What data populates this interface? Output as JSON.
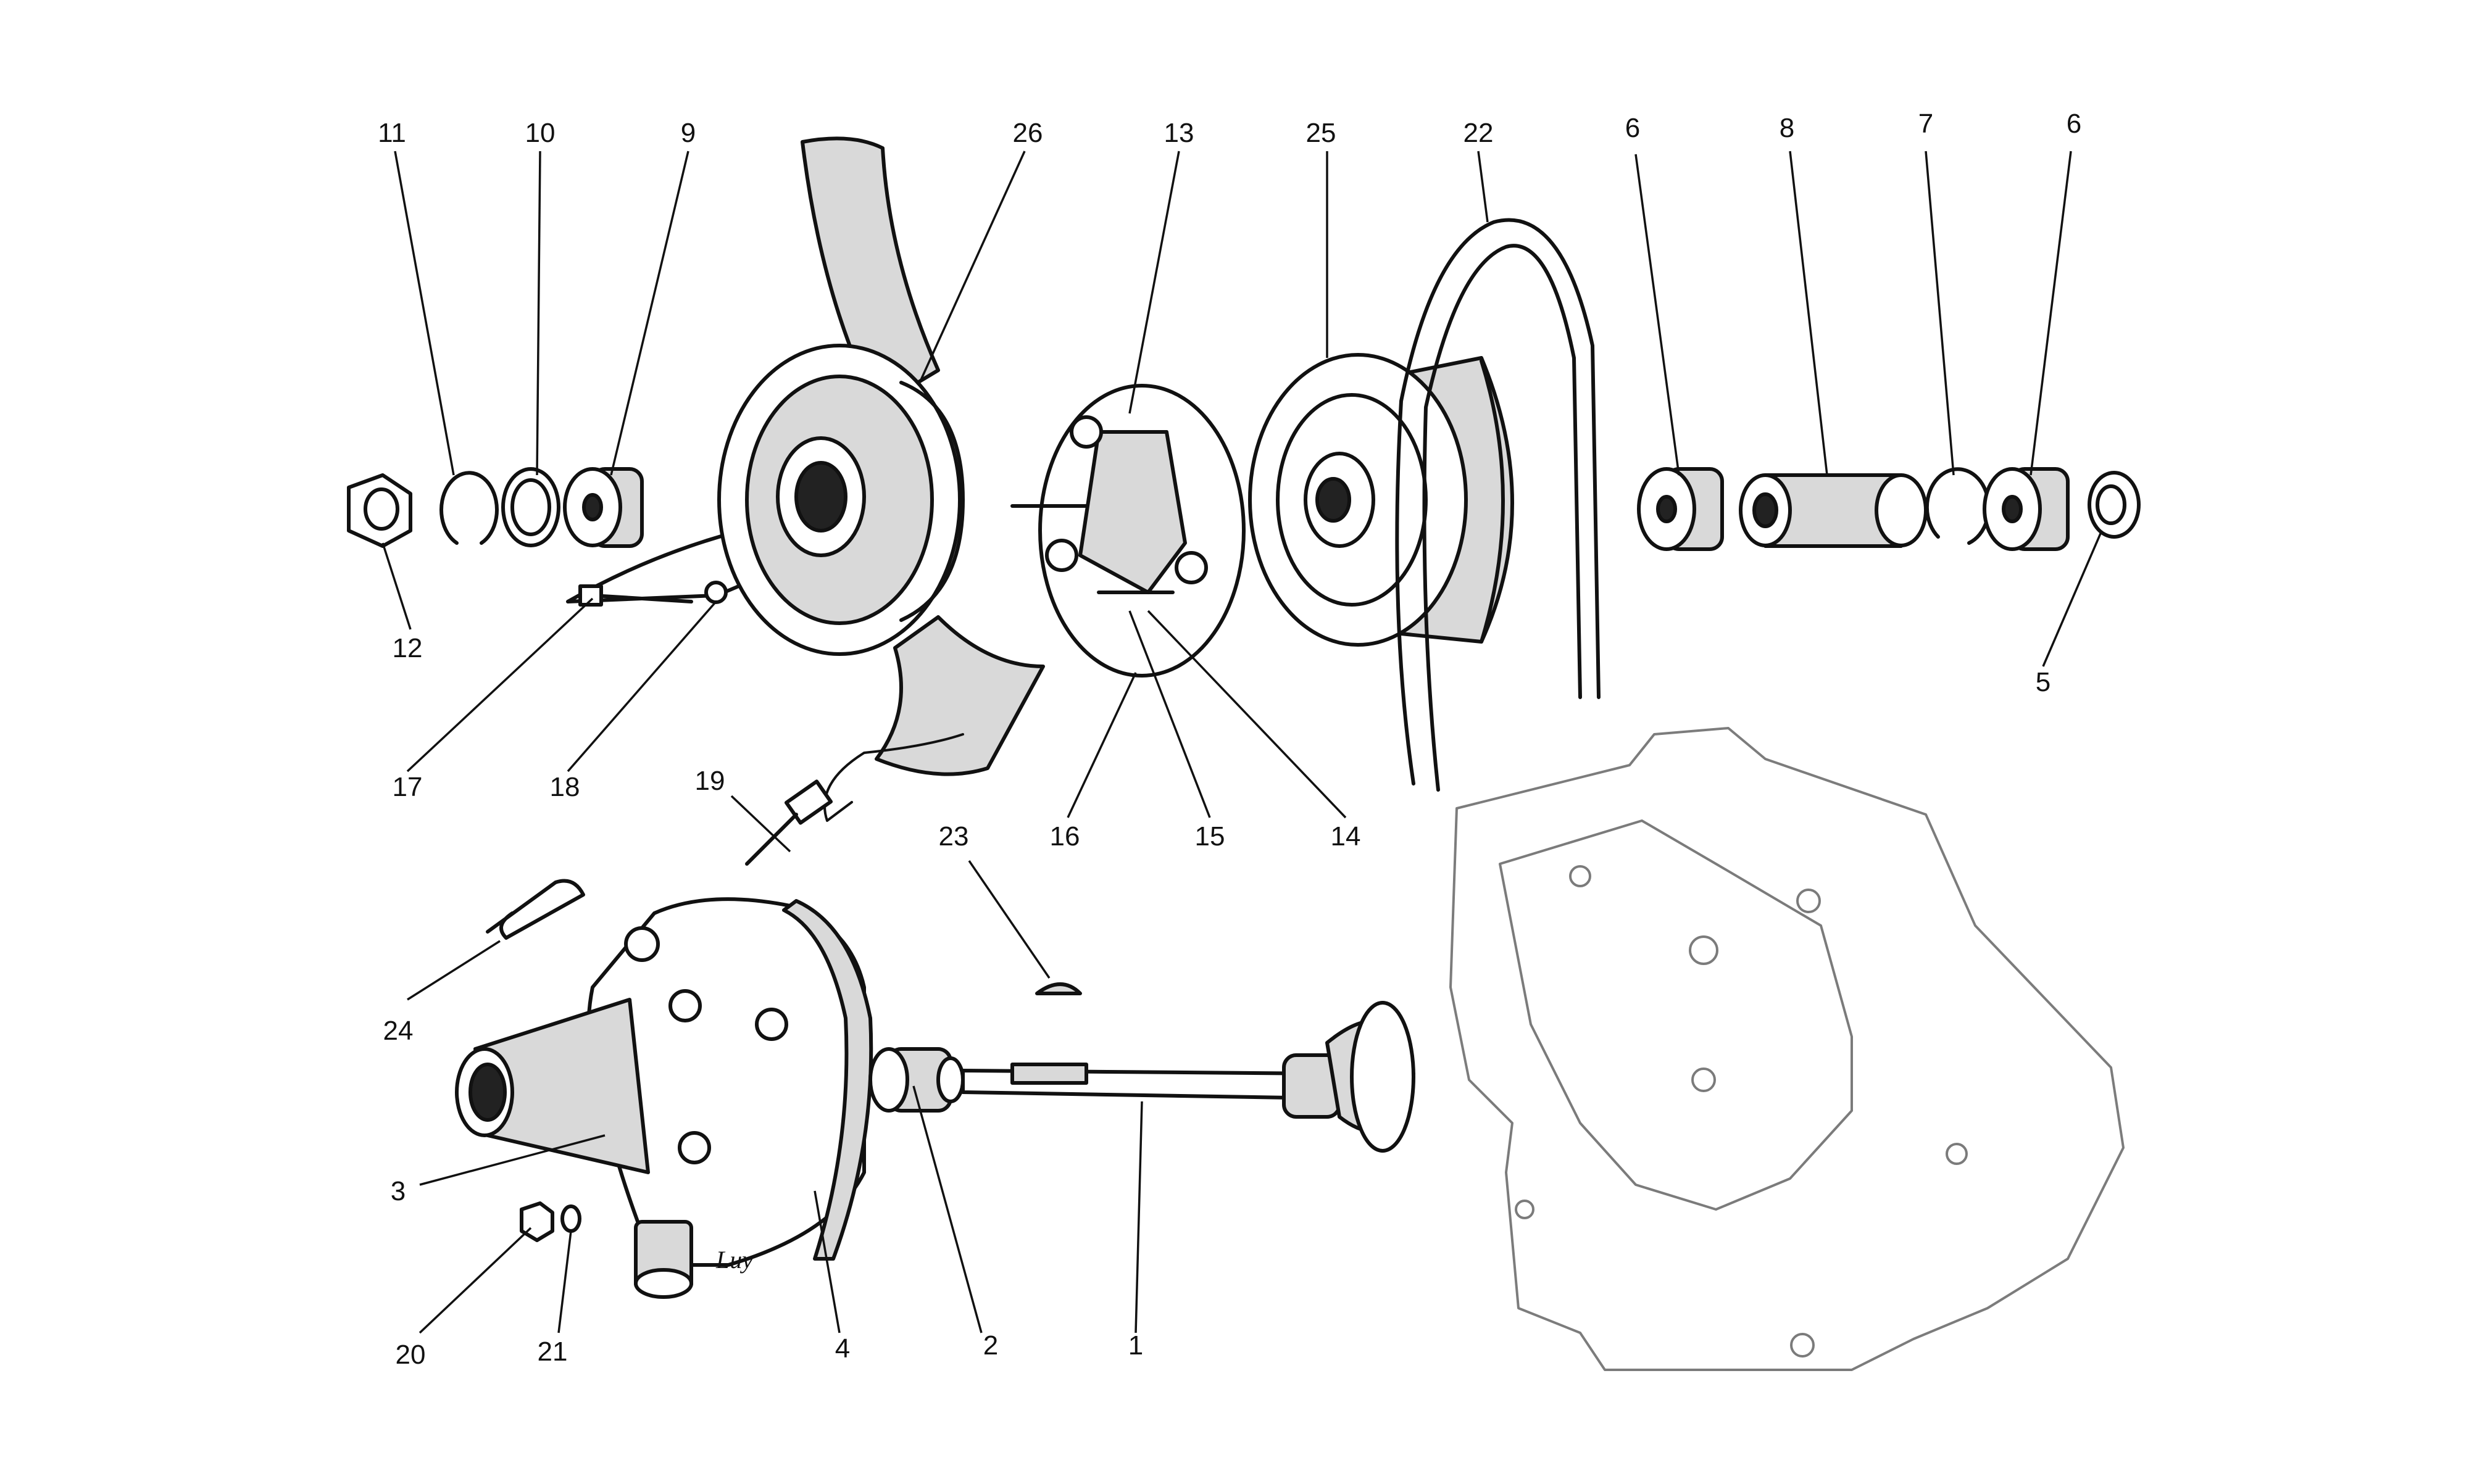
{
  "diagram": {
    "callouts": [
      "1",
      "2",
      "3",
      "4",
      "5",
      "6",
      "6",
      "7",
      "8",
      "9",
      "10",
      "11",
      "12",
      "13",
      "14",
      "15",
      "16",
      "17",
      "18",
      "19",
      "20",
      "21",
      "22",
      "23",
      "24",
      "25",
      "26"
    ],
    "signature": "Luy"
  }
}
